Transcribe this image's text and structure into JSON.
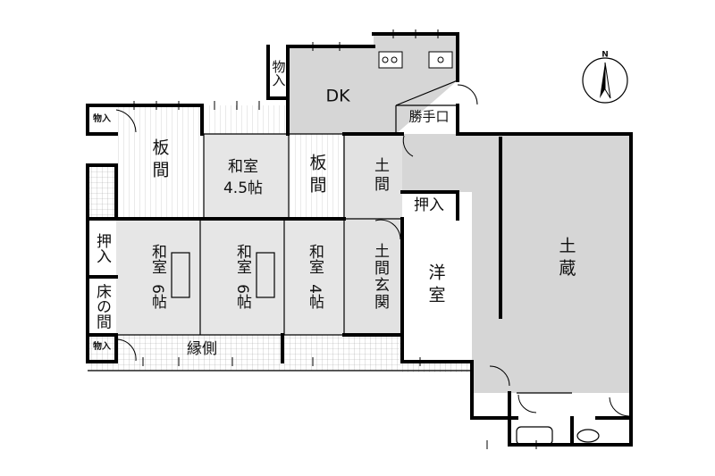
{
  "rooms": {
    "dk": "DK",
    "storage_dk": "物入",
    "kitchen_door": "勝手口",
    "itama_left": "板間",
    "washitsu_45": "和室",
    "washitsu_45_size": "4.5帖",
    "itama_mid": "板間",
    "doma_top": "土間",
    "oshiire_right": "押入",
    "dozo": "土蔵",
    "storage_tl": "物入",
    "oshiire_left": "押入",
    "tokonoma": "床の間",
    "storage_bl": "物入",
    "washitsu_6a": "和室",
    "washitsu_6a_size": "6帖",
    "washitsu_6b": "和室",
    "washitsu_6b_size": "6帖",
    "washitsu_4": "和室",
    "washitsu_4_size": "4帖",
    "doma_genkan": "土間玄関",
    "yoshitsu": "洋室",
    "engawa": "縁側"
  },
  "compass": {
    "north": "N"
  }
}
